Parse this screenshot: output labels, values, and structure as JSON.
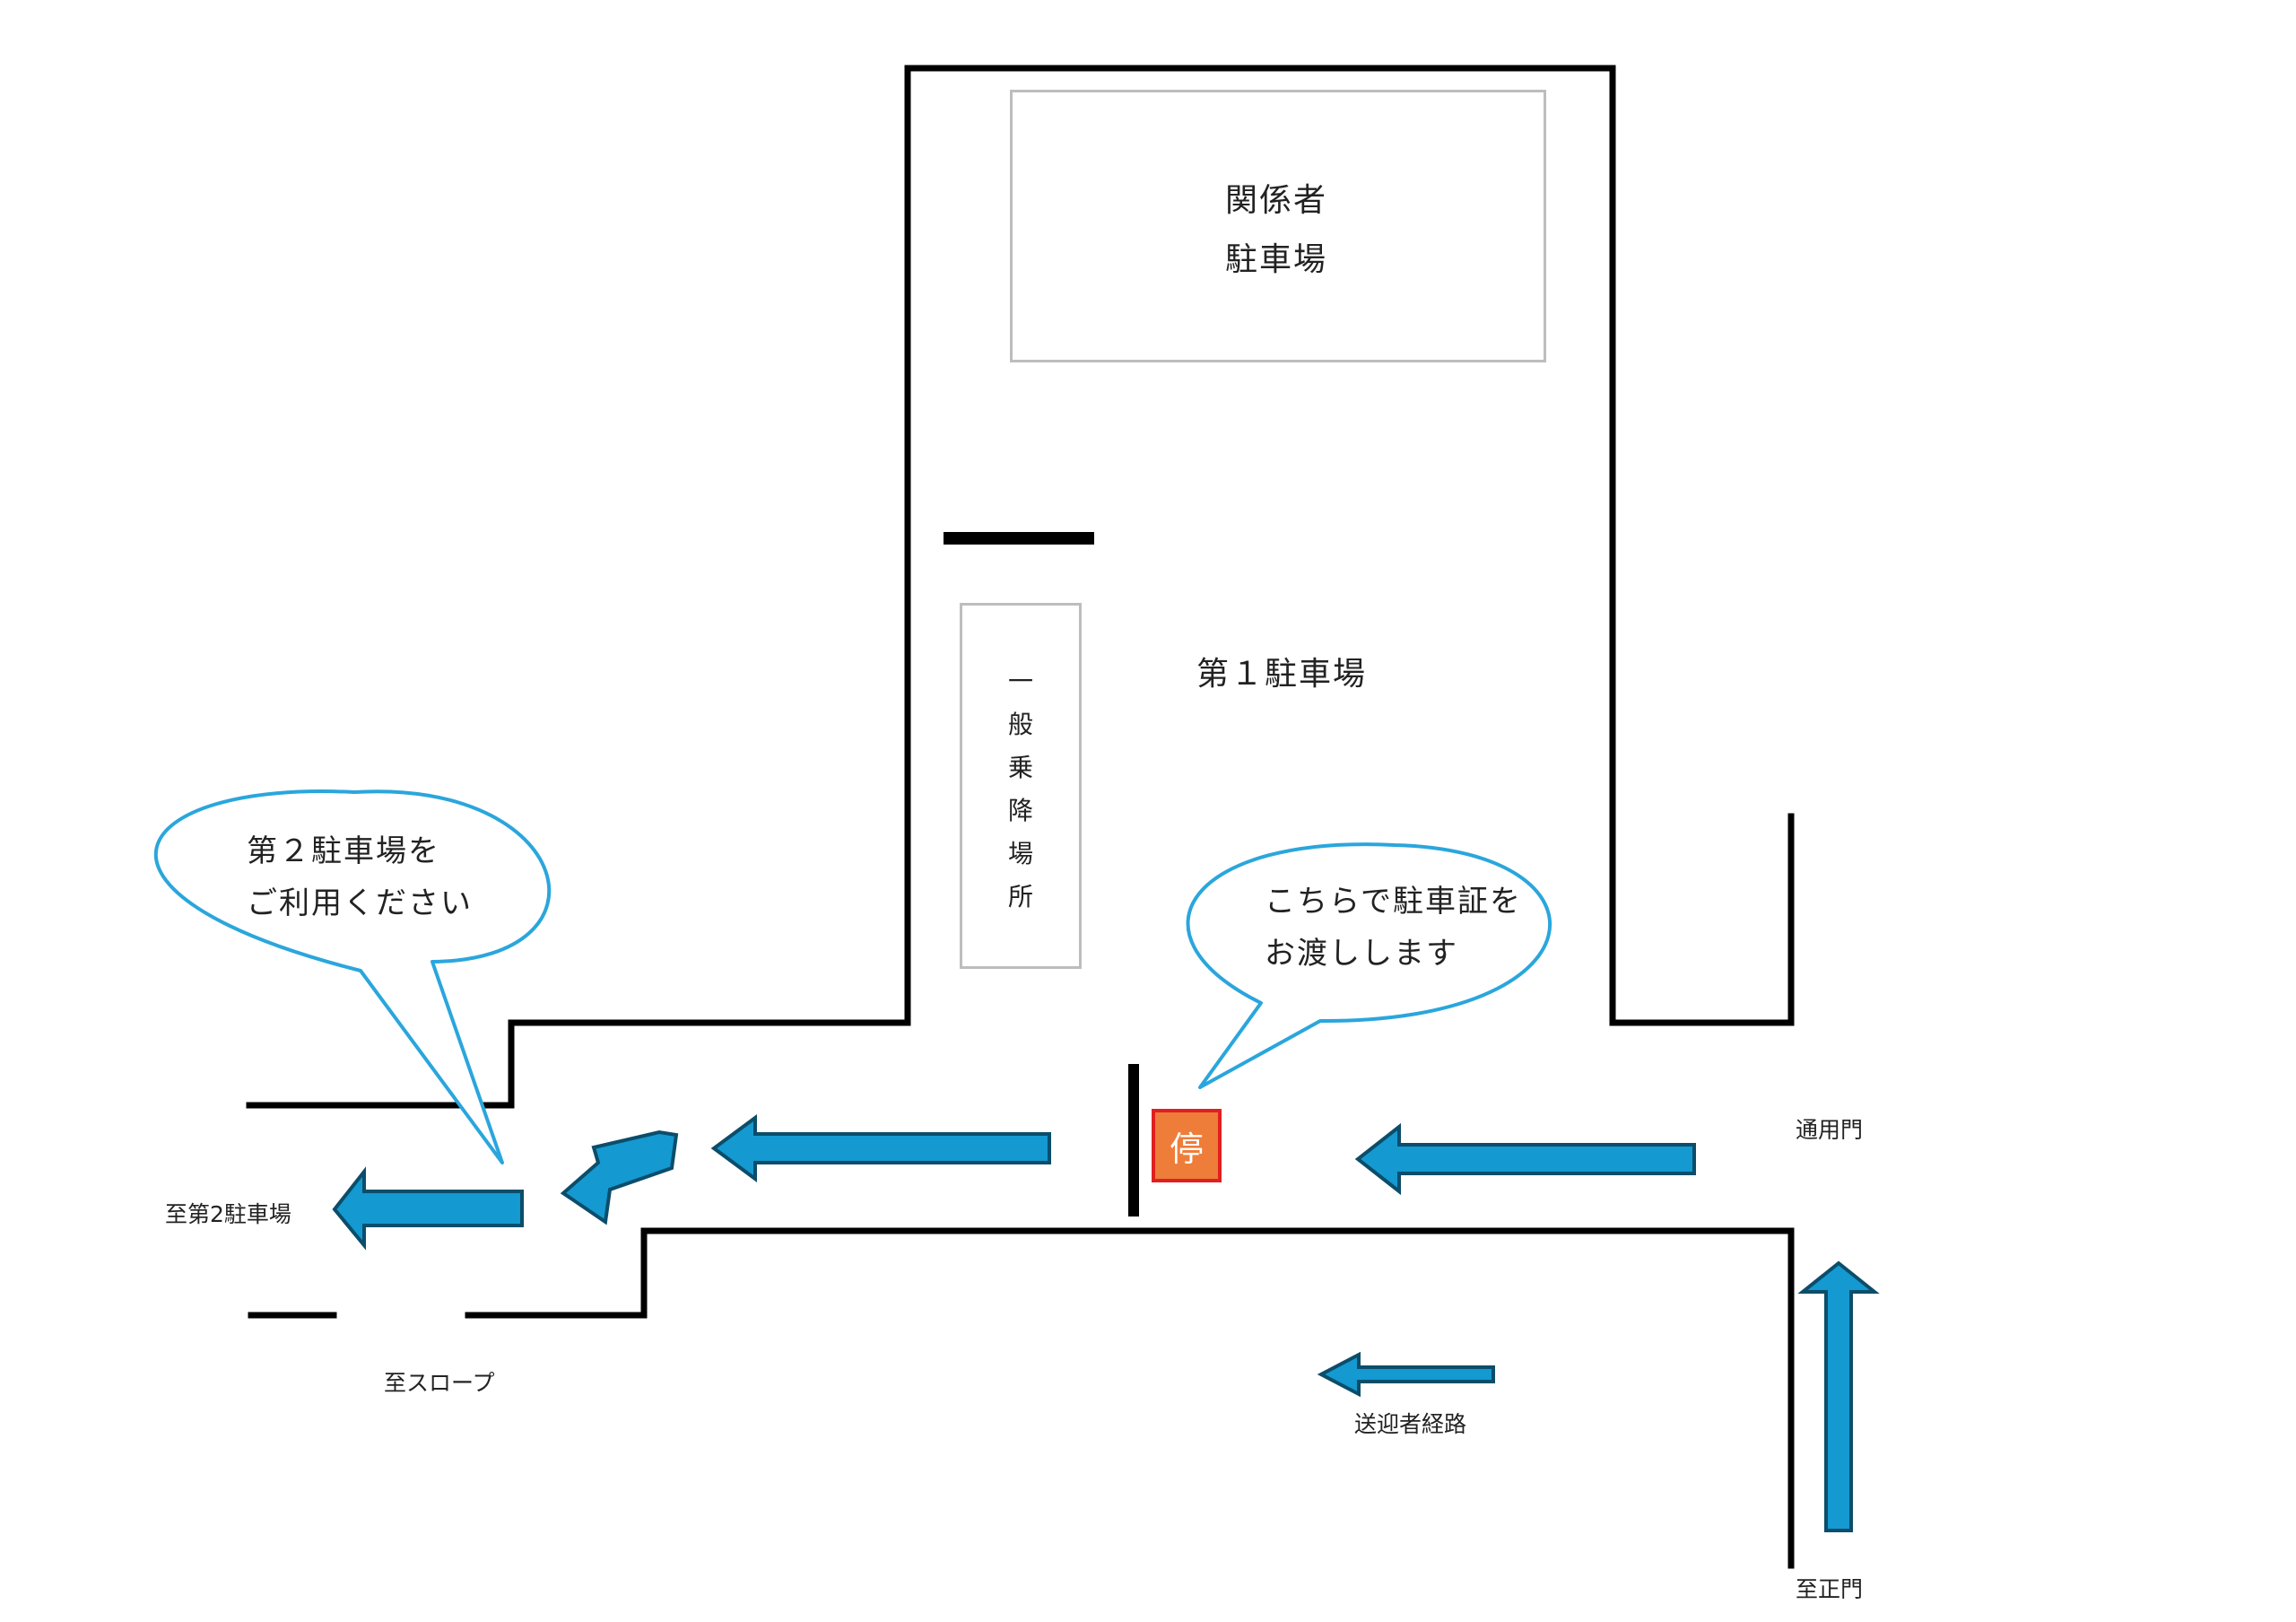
{
  "labels": {
    "staff_parking": [
      "関係者",
      "駐車場"
    ],
    "lot1": "第１駐車場",
    "pickup_vertical": [
      "一",
      "般",
      "乗",
      "降",
      "場",
      "所"
    ],
    "bubble_left": [
      "第２駐車場を",
      "ご利用ください"
    ],
    "bubble_right": [
      "こちらで駐車証を",
      "お渡しします"
    ],
    "stop_sign": "停",
    "service_gate": "通用門",
    "to_lot2": "至第2駐車場",
    "to_slope": "至スロープ",
    "pickup_route": "送迎者経路",
    "to_main_gate": "至正門"
  },
  "icons": {
    "arrow": "arrow-icon",
    "stop": "stop-sign-icon"
  },
  "colors": {
    "wall": "#000000",
    "arrow_fill": "#1499d1",
    "arrow_stroke": "#0c4d6a",
    "bubble_stroke": "#2aa6dc",
    "stop_fill": "#ee7d3a",
    "stop_border": "#e02020",
    "box_border": "#bdbdbd"
  }
}
